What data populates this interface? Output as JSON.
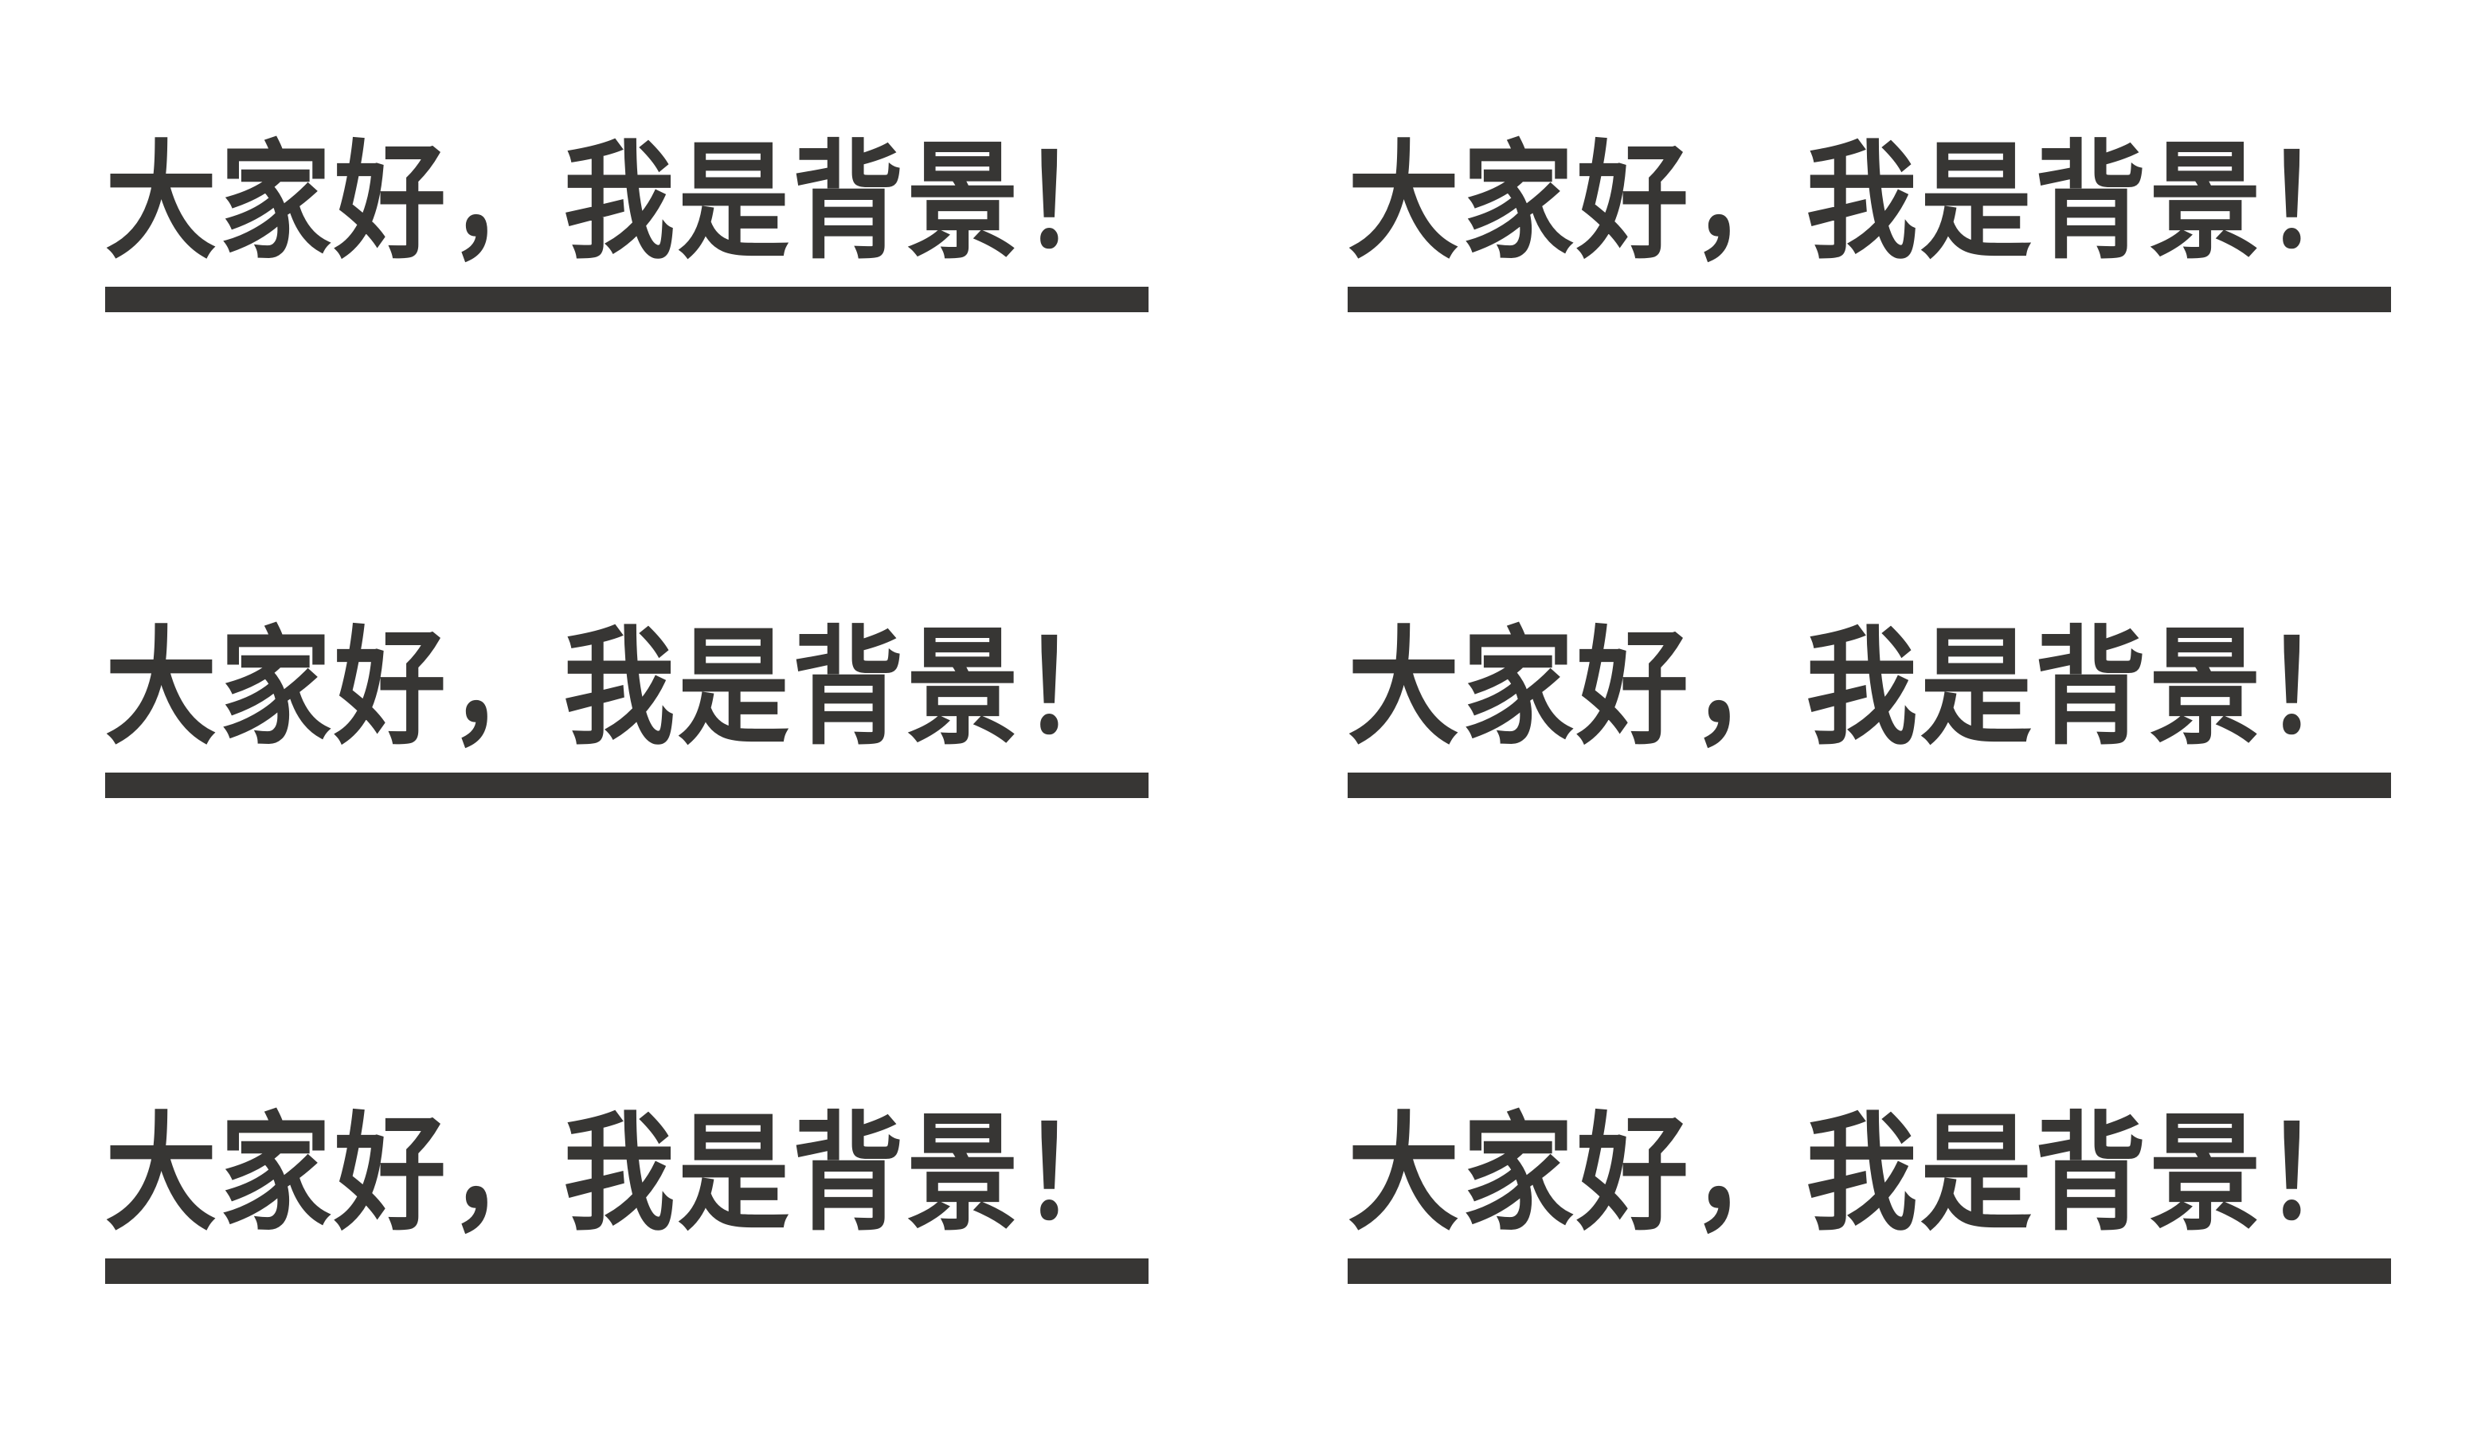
{
  "colors": {
    "background": "#ffffff",
    "text": "#373634",
    "bar": "#373634"
  },
  "tiles": [
    {
      "text": "大家好，我是背景！"
    },
    {
      "text": "大家好，我是背景！"
    },
    {
      "text": "大家好，我是背景！"
    },
    {
      "text": "大家好，我是背景！"
    },
    {
      "text": "大家好，我是背景！"
    },
    {
      "text": "大家好，我是背景！"
    }
  ]
}
